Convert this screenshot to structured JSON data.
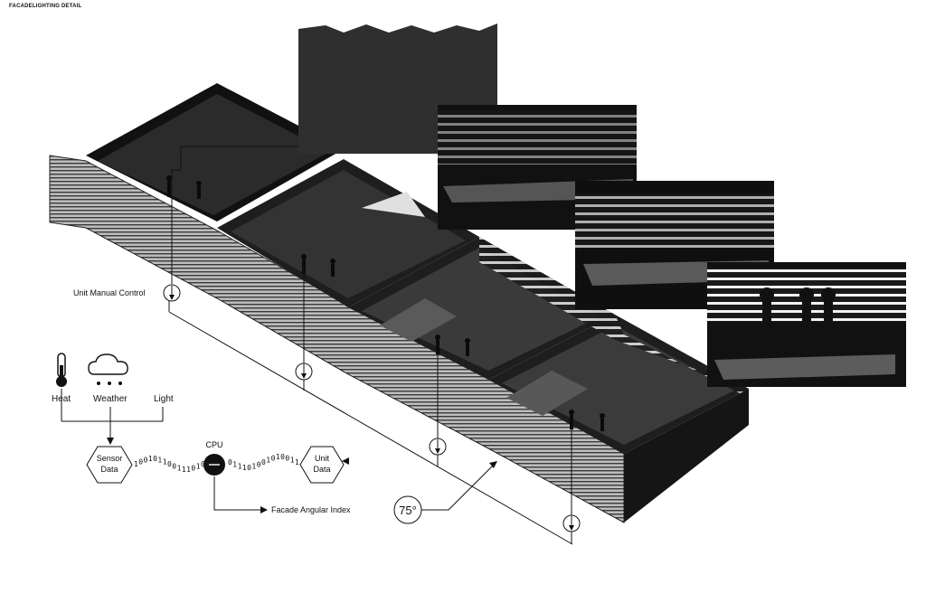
{
  "title": "FACADELIGHTING DETAIL",
  "inputs": [
    {
      "label": "Heat",
      "icon": "thermometer-icon"
    },
    {
      "label": "Weather",
      "icon": "cloud-rain-icon"
    },
    {
      "label": "Light",
      "icon": ""
    }
  ],
  "sensor_node": {
    "line1": "Sensor",
    "line2": "Data"
  },
  "cpu_label": "CPU",
  "unit_node": {
    "line1": "Unit",
    "line2": "Data"
  },
  "binary_left": [
    "1",
    "0",
    "0",
    "1",
    "0",
    "1",
    "1",
    "0",
    "0",
    "1",
    "1",
    "1",
    "0",
    "1",
    "0"
  ],
  "binary_right": [
    "0",
    "1",
    "1",
    "1",
    "0",
    "1",
    "0",
    "0",
    "1",
    "0",
    "1",
    "0",
    "0",
    "1",
    "1"
  ],
  "manual_control_label": "Unit Manual Control",
  "angular_index_label": "Facade Angular Index",
  "angle_value": "75°",
  "colors": {
    "dark": "#1c1c1c",
    "panel": "#2a2a2a",
    "line": "#111111",
    "white": "#ffffff"
  }
}
